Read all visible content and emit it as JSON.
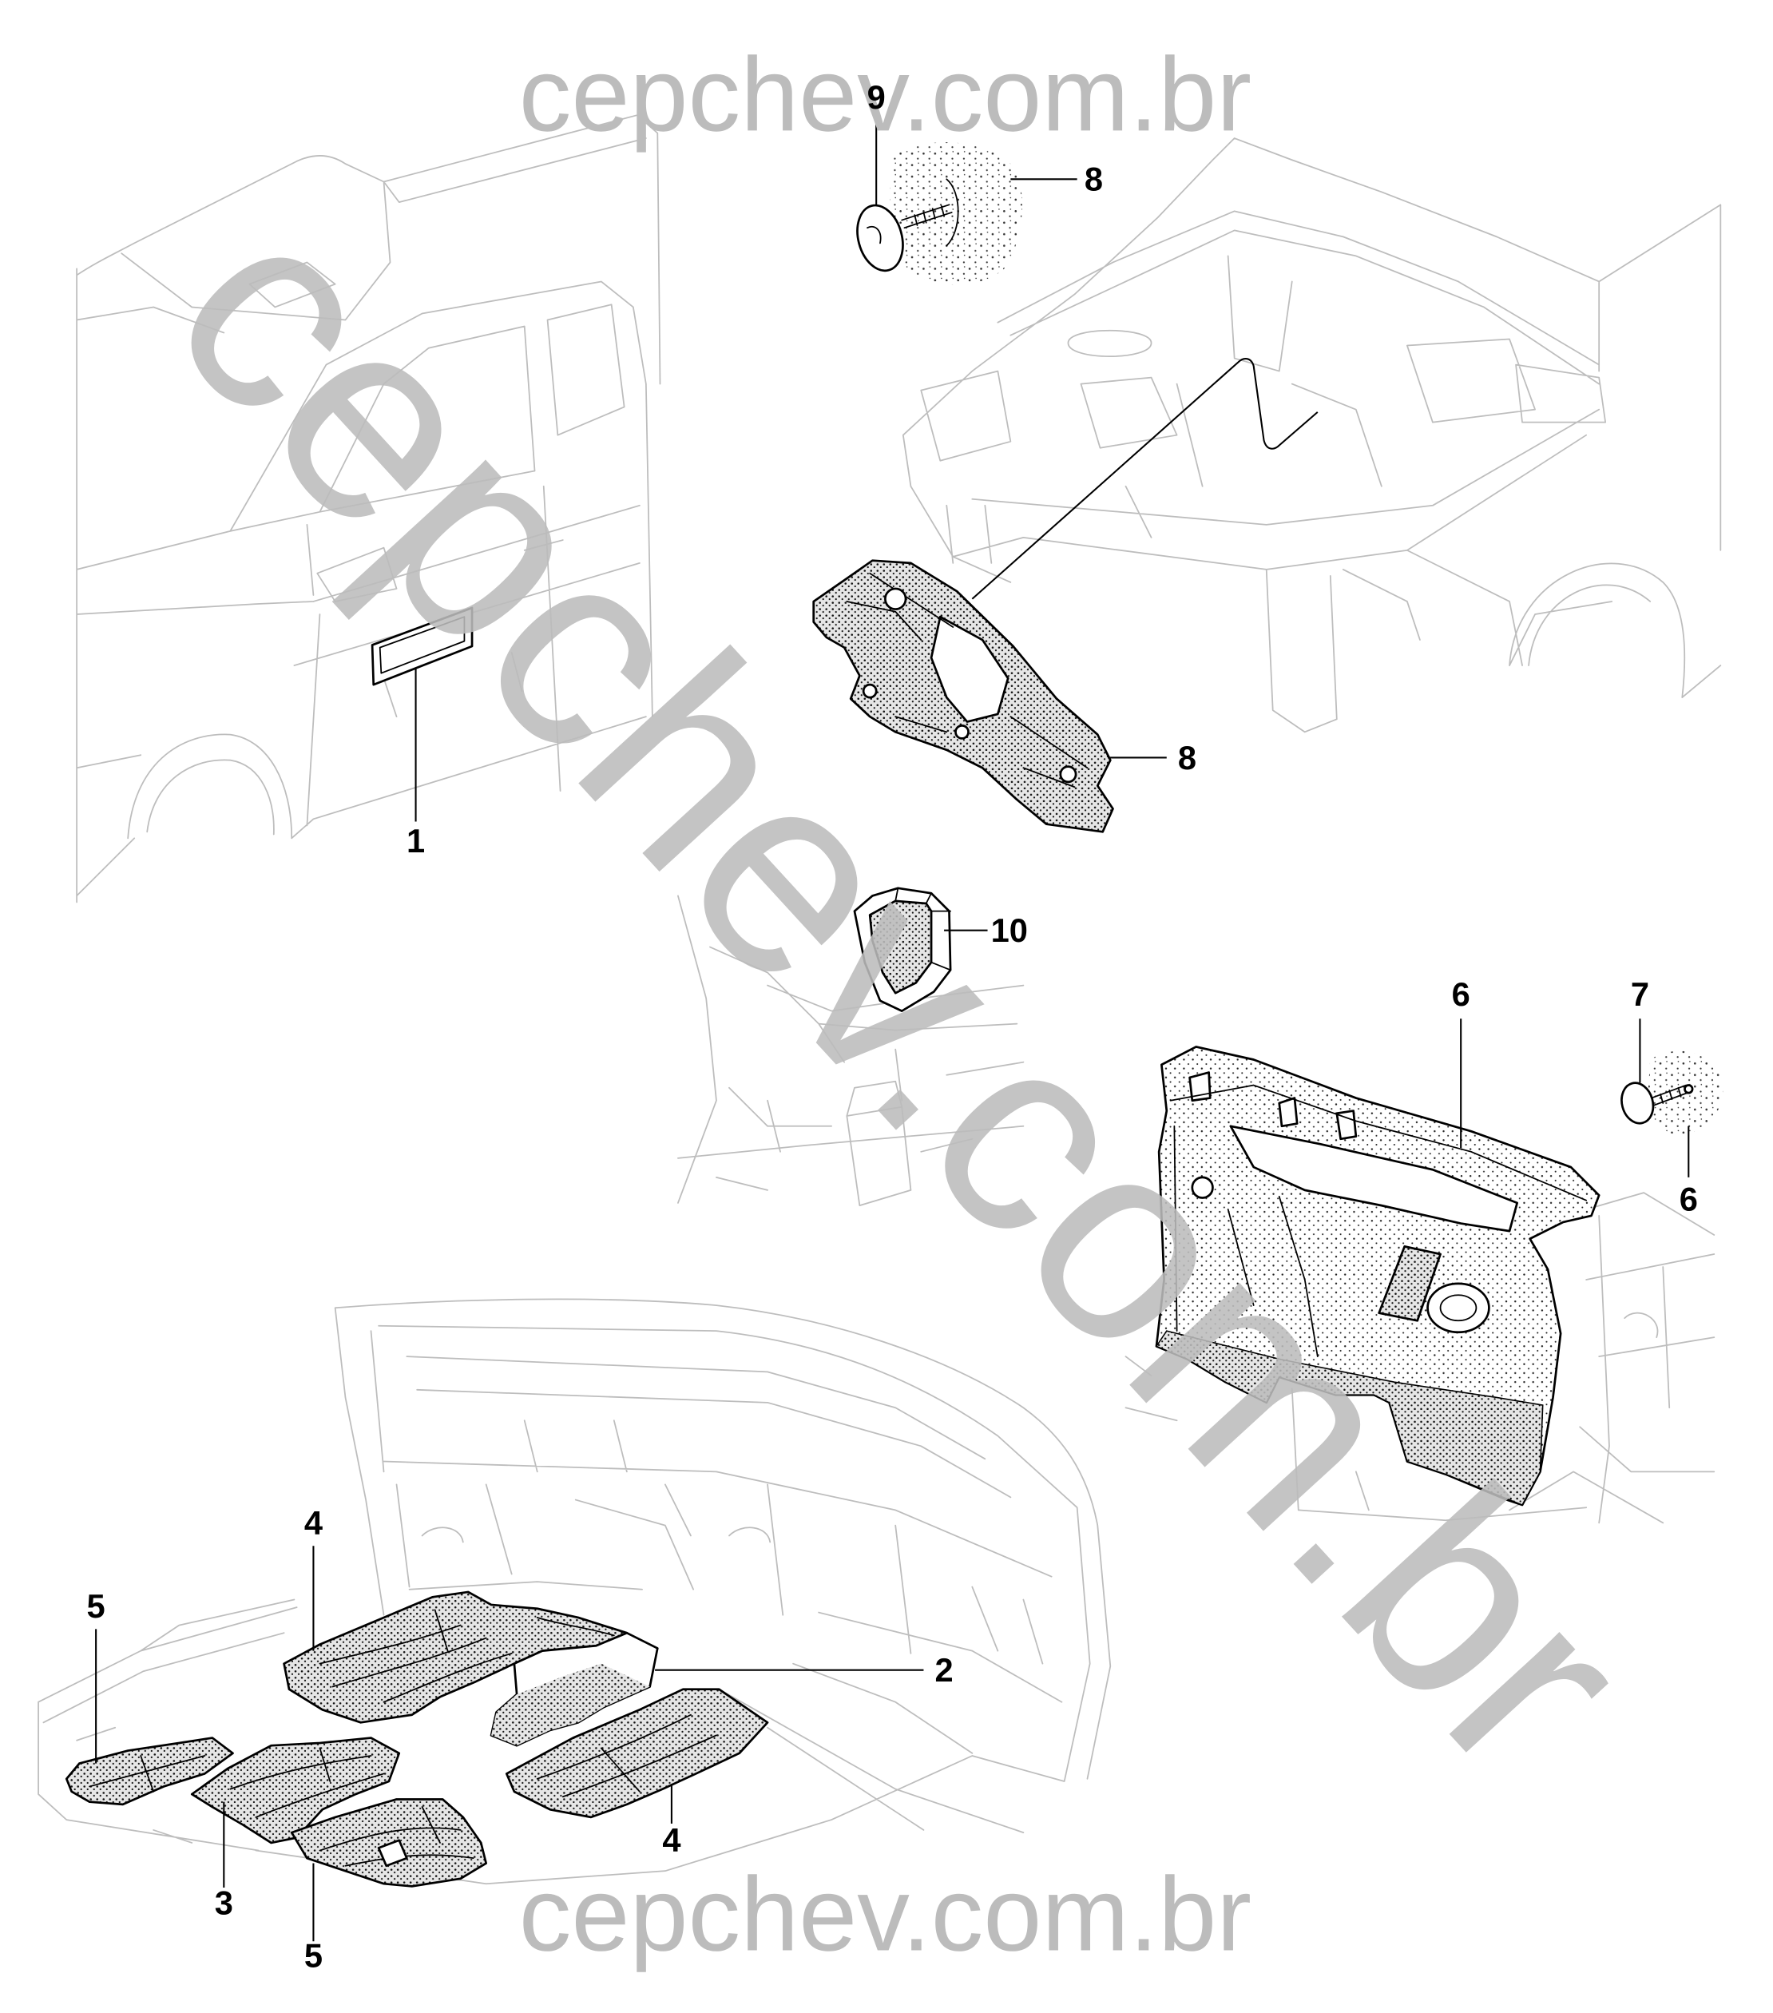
{
  "watermark": {
    "top": "cepchev.com.br",
    "diagonal": "cepchev.com.br",
    "bottom": "cepchev.com.br"
  },
  "callouts": [
    "9",
    "8",
    "8",
    "1",
    "10",
    "6",
    "7",
    "6",
    "4",
    "5",
    "2",
    "3",
    "4",
    "5"
  ],
  "colors": {
    "part_line": "#000000",
    "background_line": "#bdbdbd",
    "watermark": "#bcbcbc"
  }
}
